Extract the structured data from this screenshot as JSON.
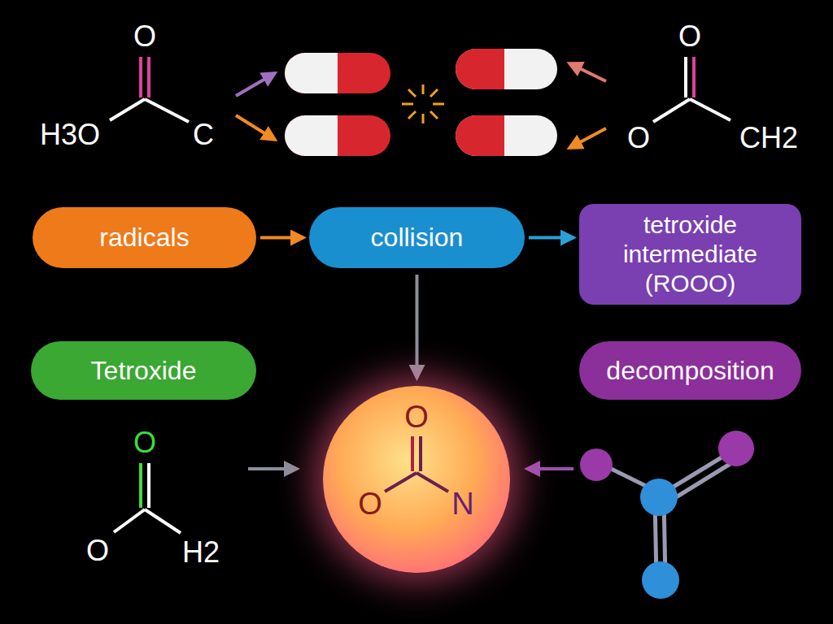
{
  "diagram": {
    "nodes": [
      {
        "text": [
          "radicals"
        ]
      },
      {
        "text": [
          "collision"
        ]
      },
      {
        "text": [
          "tetroxide intermediate (ROOO)"
        ]
      },
      {
        "text": [
          "Tetroxide"
        ]
      },
      {
        "text": [
          "decomposition"
        ]
      },
      {
        "text": [
          "O",
          "O",
          "N"
        ]
      }
    ],
    "edges": [
      {
        "from": 0,
        "to": 1,
        "arrow": "to"
      },
      {
        "from": 1,
        "to": 2,
        "arrow": "to"
      },
      {
        "from": 1,
        "to": 5,
        "arrow": "to"
      }
    ],
    "labels": [
      "O",
      "H3O",
      "C",
      "O",
      "O",
      "CH2",
      "O",
      "O",
      "H2"
    ]
  }
}
